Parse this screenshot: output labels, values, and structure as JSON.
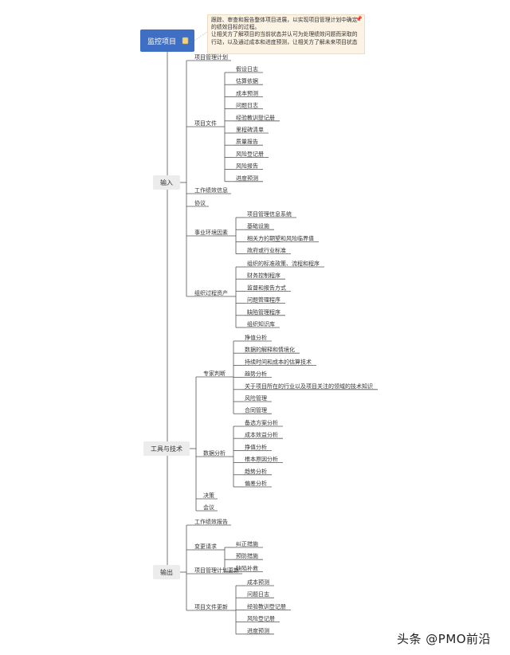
{
  "root": {
    "label": "监控项目",
    "icon": "note-icon"
  },
  "note": {
    "lines": [
      "跟踪、审查和报告整体项目进展，以实现项目管理计划中确定的绩效目标的过程。",
      "让相关方了解项目的当前状态并认可为处理绩效问题而采取的行动，以及通过成本和进度预测，让相关方了解未来项目状态"
    ],
    "icon": "pin-icon"
  },
  "categories": [
    {
      "label": "输入",
      "children": [
        {
          "label": "项目管理计划",
          "children": []
        },
        {
          "label": "项目文件",
          "children": [
            {
              "label": "假设日志"
            },
            {
              "label": "估算依据"
            },
            {
              "label": "成本预测"
            },
            {
              "label": "问题日志"
            },
            {
              "label": "经验教训登记册"
            },
            {
              "label": "里程碑清单"
            },
            {
              "label": "质量报告"
            },
            {
              "label": "风险登记册"
            },
            {
              "label": "风险报告"
            },
            {
              "label": "进度预测"
            }
          ]
        },
        {
          "label": "工作绩效信息",
          "children": []
        },
        {
          "label": "协议",
          "children": []
        },
        {
          "label": "事业环境因素",
          "children": [
            {
              "label": "项目管理信息系统"
            },
            {
              "label": "基础设施"
            },
            {
              "label": "相关方的期望和风险临界值"
            },
            {
              "label": "政府或行业标准"
            }
          ]
        },
        {
          "label": "组织过程资产",
          "children": [
            {
              "label": "组织的标准政策、流程和程序"
            },
            {
              "label": "财务控制程序"
            },
            {
              "label": "监督和报告方式"
            },
            {
              "label": "问题管理程序"
            },
            {
              "label": "缺陷管理程序"
            },
            {
              "label": "组织知识库"
            }
          ]
        }
      ]
    },
    {
      "label": "工具与技术",
      "children": [
        {
          "label": "专家判断",
          "children": [
            {
              "label": "挣值分析"
            },
            {
              "label": "数据的解释和情境化"
            },
            {
              "label": "持续时间和成本的估算技术"
            },
            {
              "label": "趋势分析"
            },
            {
              "label": "关于项目所在的行业以及项目关注的领域的技术知识"
            },
            {
              "label": "风险管理"
            },
            {
              "label": "合同管理"
            }
          ]
        },
        {
          "label": "数据分析",
          "children": [
            {
              "label": "备选方案分析"
            },
            {
              "label": "成本效益分析"
            },
            {
              "label": "挣值分析"
            },
            {
              "label": "根本原因分析"
            },
            {
              "label": "趋势分析"
            },
            {
              "label": "偏差分析"
            }
          ]
        },
        {
          "label": "决策",
          "children": []
        },
        {
          "label": "会议",
          "children": []
        }
      ]
    },
    {
      "label": "输出",
      "children": [
        {
          "label": "工作绩效报告",
          "children": []
        },
        {
          "label": "变更请求",
          "children": [
            {
              "label": "纠正措施"
            },
            {
              "label": "预防措施"
            },
            {
              "label": "缺陷补救"
            }
          ]
        },
        {
          "label": "项目管理计划更新",
          "children": []
        },
        {
          "label": "项目文件更新",
          "children": [
            {
              "label": "成本预测"
            },
            {
              "label": "问题日志"
            },
            {
              "label": "经验教训登记册"
            },
            {
              "label": "风险登记册"
            },
            {
              "label": "进度预测"
            }
          ]
        }
      ]
    }
  ],
  "watermark": "头条 @PMO前沿",
  "colors": {
    "root_fill": "#3f6fc4",
    "line": "#555555",
    "category_fill": "#ececec",
    "note_fill": "#fdf3e4"
  }
}
